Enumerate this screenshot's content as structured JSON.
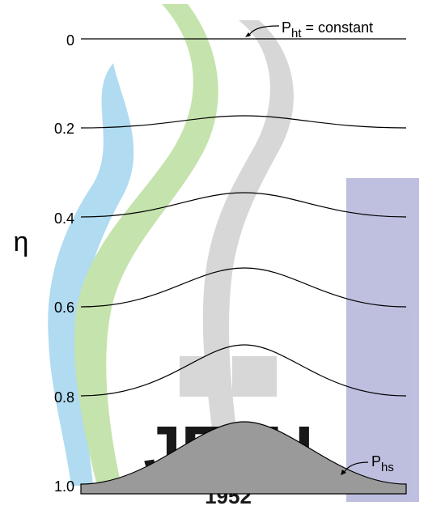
{
  "axis": {
    "symbol": "η",
    "ticks": [
      "0",
      "0.2",
      "0.4",
      "0.6",
      "0.8",
      "1.0"
    ]
  },
  "annotations": {
    "top": {
      "base": "P",
      "sub": "ht",
      "suffix": " = constant"
    },
    "bottom": {
      "base": "P",
      "sub": "hs"
    }
  },
  "watermark": {
    "text": "JEJU",
    "year": "1952",
    "colors": {
      "blue": "#a8d8f0",
      "green": "#bfe0a4",
      "gray": "#d3d3d3",
      "purple": "#b8b8dc"
    }
  },
  "colors": {
    "line": "#000000",
    "terrain_fill": "#9a9a9a"
  }
}
